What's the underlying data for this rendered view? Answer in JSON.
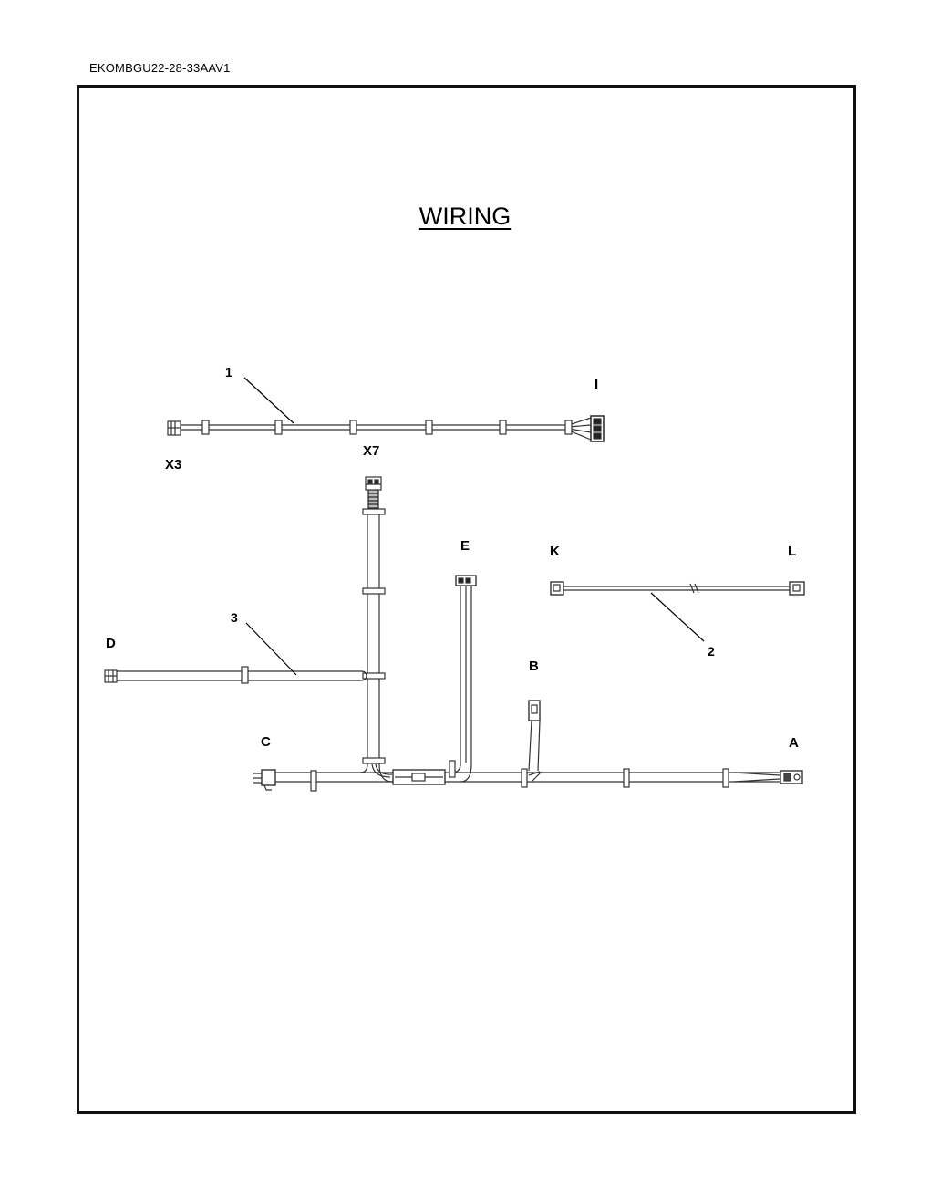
{
  "document_code": "EKOMBGU22-28-33AAV1",
  "title": "WIRING",
  "harness_numbers": {
    "h1": "1",
    "h2": "2",
    "h3": "3"
  },
  "connector_labels": {
    "I": "I",
    "X3": "X3",
    "X7": "X7",
    "E": "E",
    "K": "K",
    "L": "L",
    "D": "D",
    "B": "B",
    "C": "C",
    "A": "A"
  }
}
